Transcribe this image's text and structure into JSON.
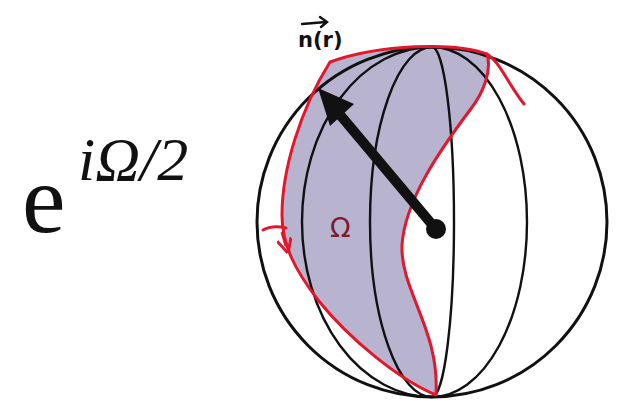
{
  "diagram": {
    "labels": [
      "e",
      "iΩ/2",
      "n(r)",
      "Ω"
    ]
  }
}
